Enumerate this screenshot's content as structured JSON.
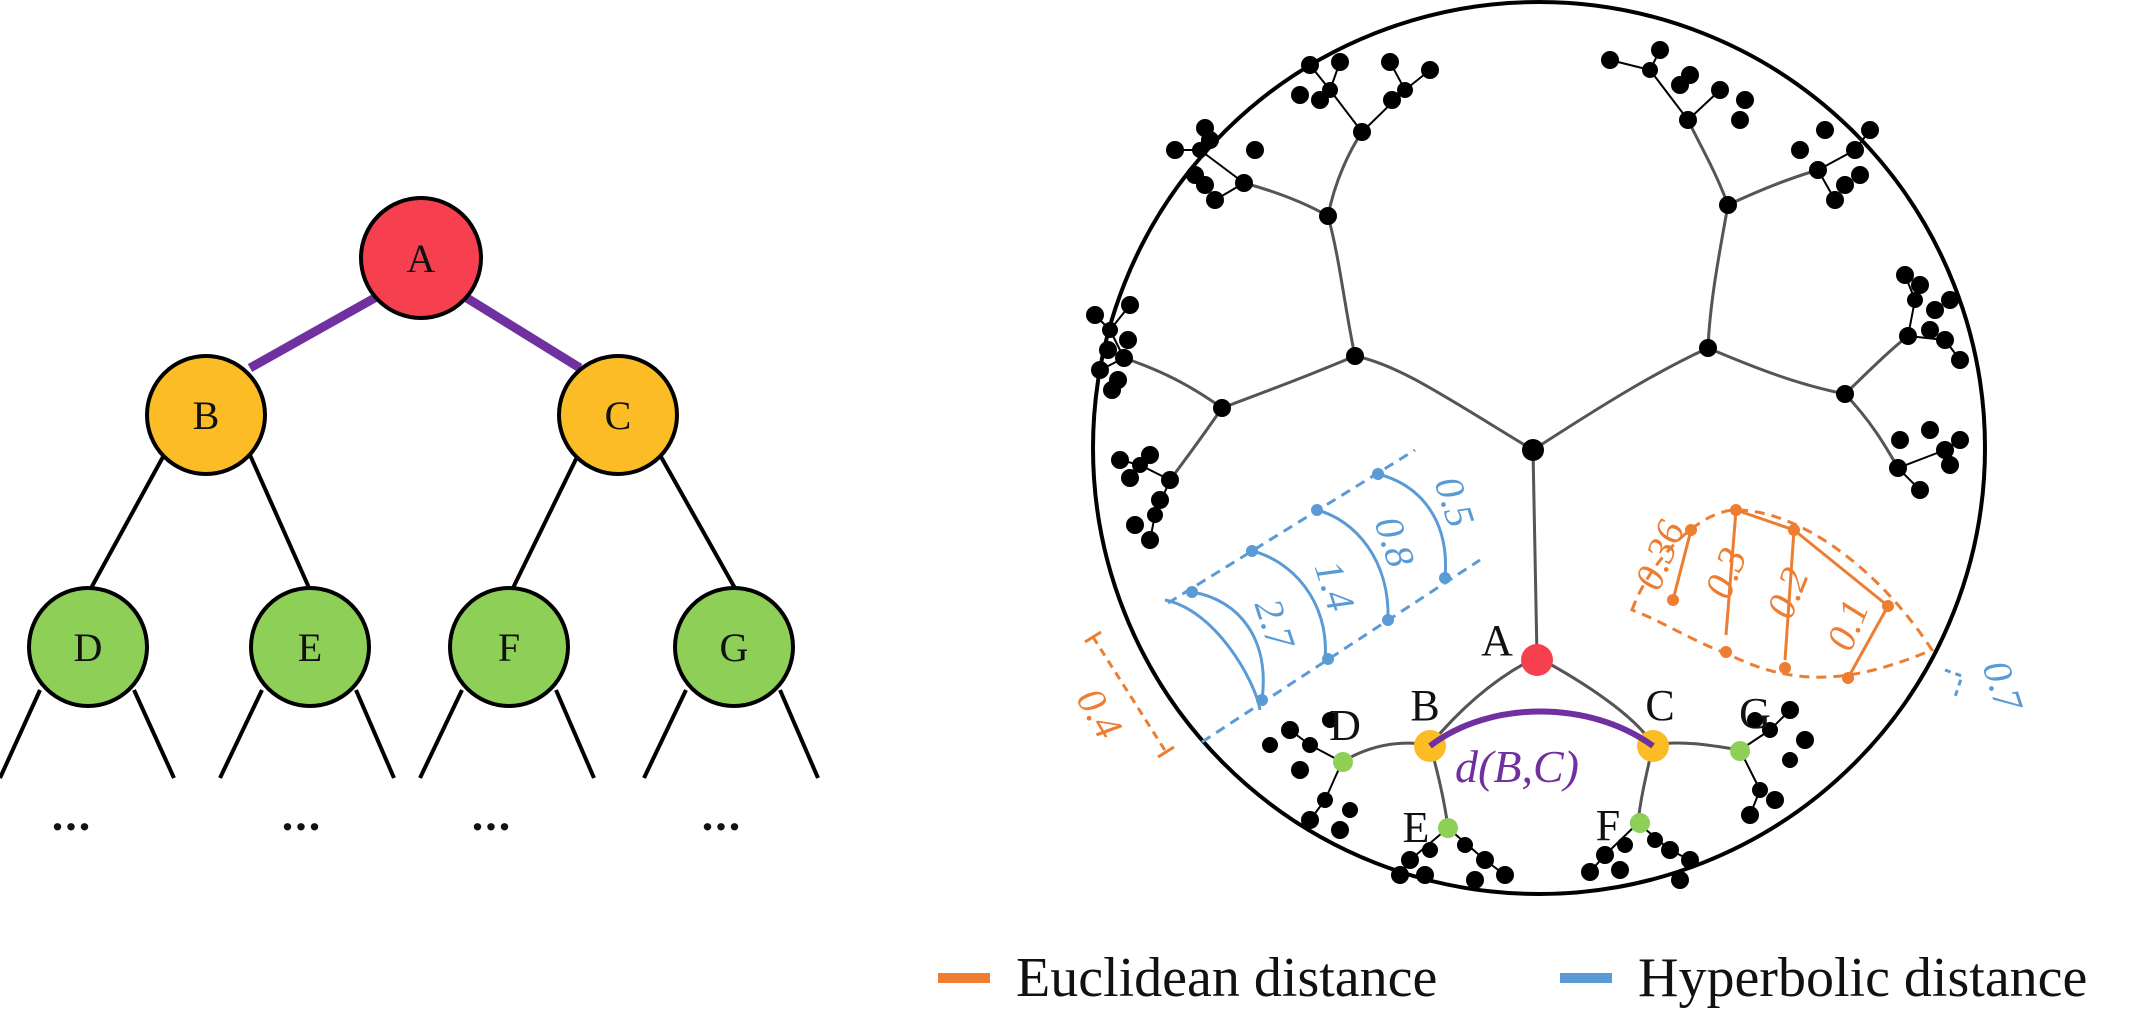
{
  "tree": {
    "nodes": [
      {
        "id": "A",
        "label": "A",
        "level": "root",
        "color": "#f6404f"
      },
      {
        "id": "B",
        "label": "B",
        "level": "child",
        "color": "#fbbc26"
      },
      {
        "id": "C",
        "label": "C",
        "level": "child",
        "color": "#fbbc26"
      },
      {
        "id": "D",
        "label": "D",
        "level": "grandchild",
        "color": "#8ecf58"
      },
      {
        "id": "E",
        "label": "E",
        "level": "grandchild",
        "color": "#8ecf58"
      },
      {
        "id": "F",
        "label": "F",
        "level": "grandchild",
        "color": "#8ecf58"
      },
      {
        "id": "G",
        "label": "G",
        "level": "grandchild",
        "color": "#8ecf58"
      }
    ],
    "edges": [
      {
        "from": "A",
        "to": "B",
        "color": "#7030a0"
      },
      {
        "from": "A",
        "to": "C",
        "color": "#7030a0"
      },
      {
        "from": "B",
        "to": "D",
        "color": "#000000"
      },
      {
        "from": "B",
        "to": "E",
        "color": "#000000"
      },
      {
        "from": "C",
        "to": "F",
        "color": "#000000"
      },
      {
        "from": "C",
        "to": "G",
        "color": "#000000"
      }
    ],
    "ellipsis": "..."
  },
  "poincare": {
    "labels": {
      "A": "A",
      "B": "B",
      "C": "C",
      "D": "D",
      "E": "E",
      "F": "F",
      "G": "G"
    },
    "distance_label": "d(B,C)",
    "hyperbolic_measures": [
      "2.7",
      "1.4",
      "0.8",
      "0.5"
    ],
    "hyperbolic_edge_measure": "0.7",
    "euclidean_measures": [
      "0.36",
      "0.3",
      "0.2",
      "0.1"
    ],
    "euclidean_edge_measure": "0.4"
  },
  "legend": {
    "euclidean": {
      "label": "Euclidean distance",
      "color": "#ed7d31"
    },
    "hyperbolic": {
      "label": "Hyperbolic distance",
      "color": "#5b9bd5"
    }
  },
  "colors": {
    "purple": "#7030a0",
    "orange": "#ed7d31",
    "blue": "#5b9bd5",
    "root": "#f6404f",
    "level1": "#fbbc26",
    "level2": "#8ecf58"
  }
}
